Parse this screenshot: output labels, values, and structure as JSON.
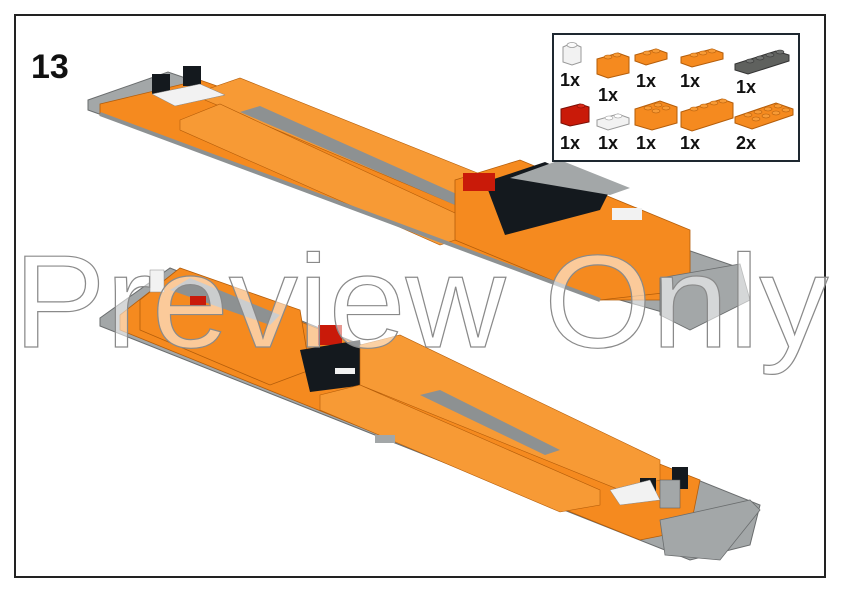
{
  "page": {
    "step_number": "13",
    "watermark_text": "Preview Only"
  },
  "parts_list": {
    "items": [
      {
        "part": "brick-1x1",
        "color": "white",
        "hex": "#f2f2f2",
        "qty": "1x"
      },
      {
        "part": "brick-1x2",
        "color": "orange",
        "hex": "#f58a1f",
        "qty": "1x"
      },
      {
        "part": "plate-1x2",
        "color": "orange",
        "hex": "#f58a1f",
        "qty": "1x"
      },
      {
        "part": "plate-1x3",
        "color": "orange",
        "hex": "#f58a1f",
        "qty": "1x"
      },
      {
        "part": "plate-1x4",
        "color": "dark-gray",
        "hex": "#5f615e",
        "qty": "1x"
      },
      {
        "part": "brick-1x2",
        "color": "red",
        "hex": "#c91a09",
        "qty": "1x"
      },
      {
        "part": "plate-1x2",
        "color": "white",
        "hex": "#f2f2f2",
        "qty": "1x"
      },
      {
        "part": "brick-2x2",
        "color": "orange",
        "hex": "#f58a1f",
        "qty": "1x"
      },
      {
        "part": "brick-1x4",
        "color": "orange",
        "hex": "#f58a1f",
        "qty": "1x"
      },
      {
        "part": "plate-2x4",
        "color": "orange",
        "hex": "#f58a1f",
        "qty": "2x"
      }
    ]
  },
  "models": [
    {
      "view": "top-assembly",
      "description": "orange locomotive chassis, front end with black/white bricks at left, red brick near center-right"
    },
    {
      "view": "bottom-assembly",
      "description": "orange locomotive chassis rotated view, gray sloped end at lower right"
    }
  ],
  "colors": {
    "orange": "#f58a1f",
    "orange_dark": "#d9700f",
    "gray": "#a3a7a8",
    "dark_gray": "#5f615e",
    "black": "#14191e",
    "red": "#c91a09",
    "white": "#f2f2f2",
    "frame": "#222222",
    "parts_border": "#1e2830"
  }
}
